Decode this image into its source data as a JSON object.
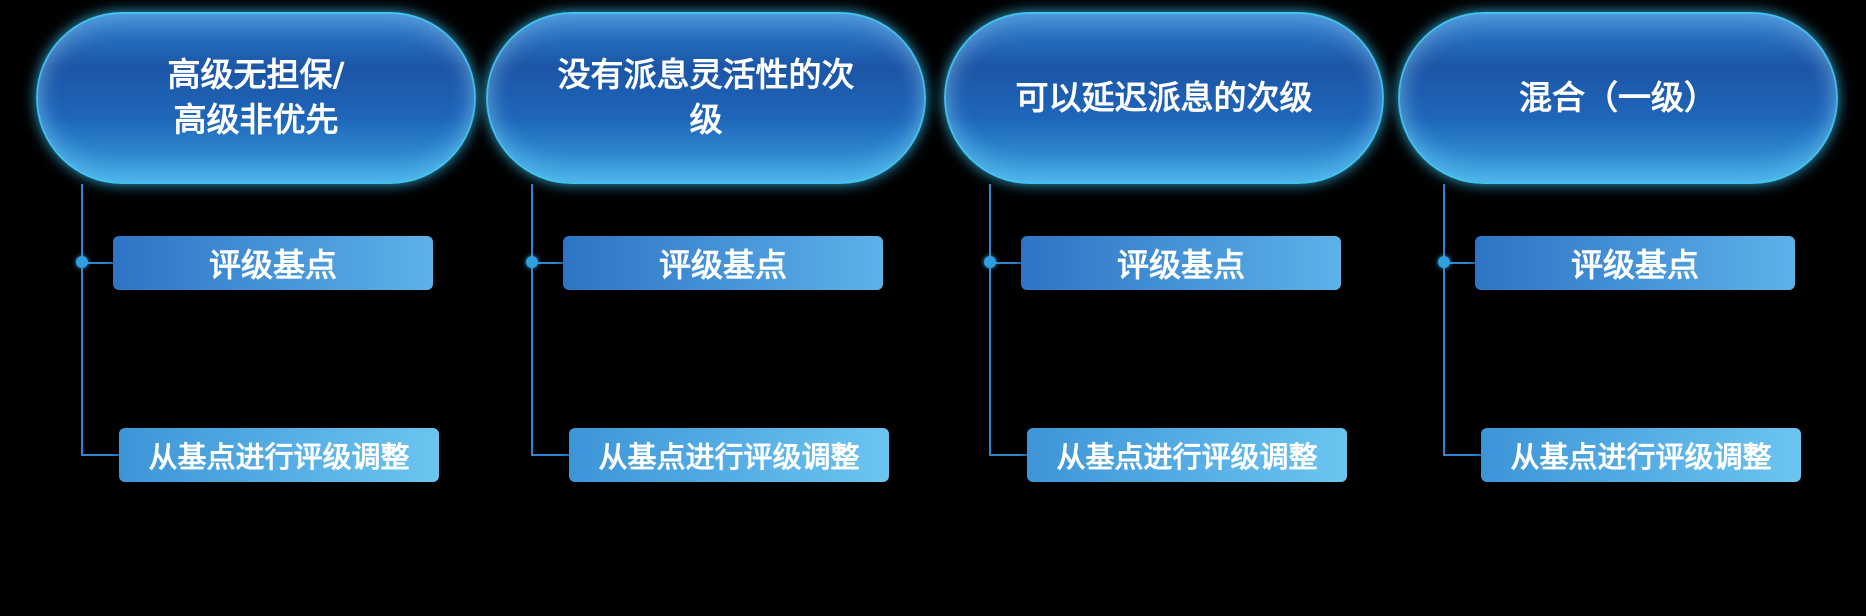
{
  "diagram": {
    "title": "bond-rating-structure-diagram",
    "columns": [
      {
        "header_lines": [
          "高级无担保/",
          "高级非优先"
        ],
        "baseline_label": "评级基点",
        "adjustment_label": "从基点进行评级调整"
      },
      {
        "header_lines": [
          "没有派息灵活性的次",
          "级"
        ],
        "baseline_label": "评级基点",
        "adjustment_label": "从基点进行评级调整"
      },
      {
        "header_lines": [
          "可以延迟派息的次级"
        ],
        "baseline_label": "评级基点",
        "adjustment_label": "从基点进行评级调整"
      },
      {
        "header_lines": [
          "混合（一级）"
        ],
        "baseline_label": "评级基点",
        "adjustment_label": "从基点进行评级调整"
      }
    ]
  },
  "colors": {
    "background": "#000000",
    "pill_fill_dark": "#1c55a6",
    "pill_fill_light": "#3ba2de",
    "pill_glow": "#46cdf5",
    "baseline_box_start": "#2e74c6",
    "baseline_box_end": "#5db2e8",
    "adjust_box_start": "#3d95d8",
    "adjust_box_end": "#6cc4f0",
    "connector_line": "#2e86d0",
    "junction_dot": "#2f9fe0",
    "text": "#ffffff"
  }
}
